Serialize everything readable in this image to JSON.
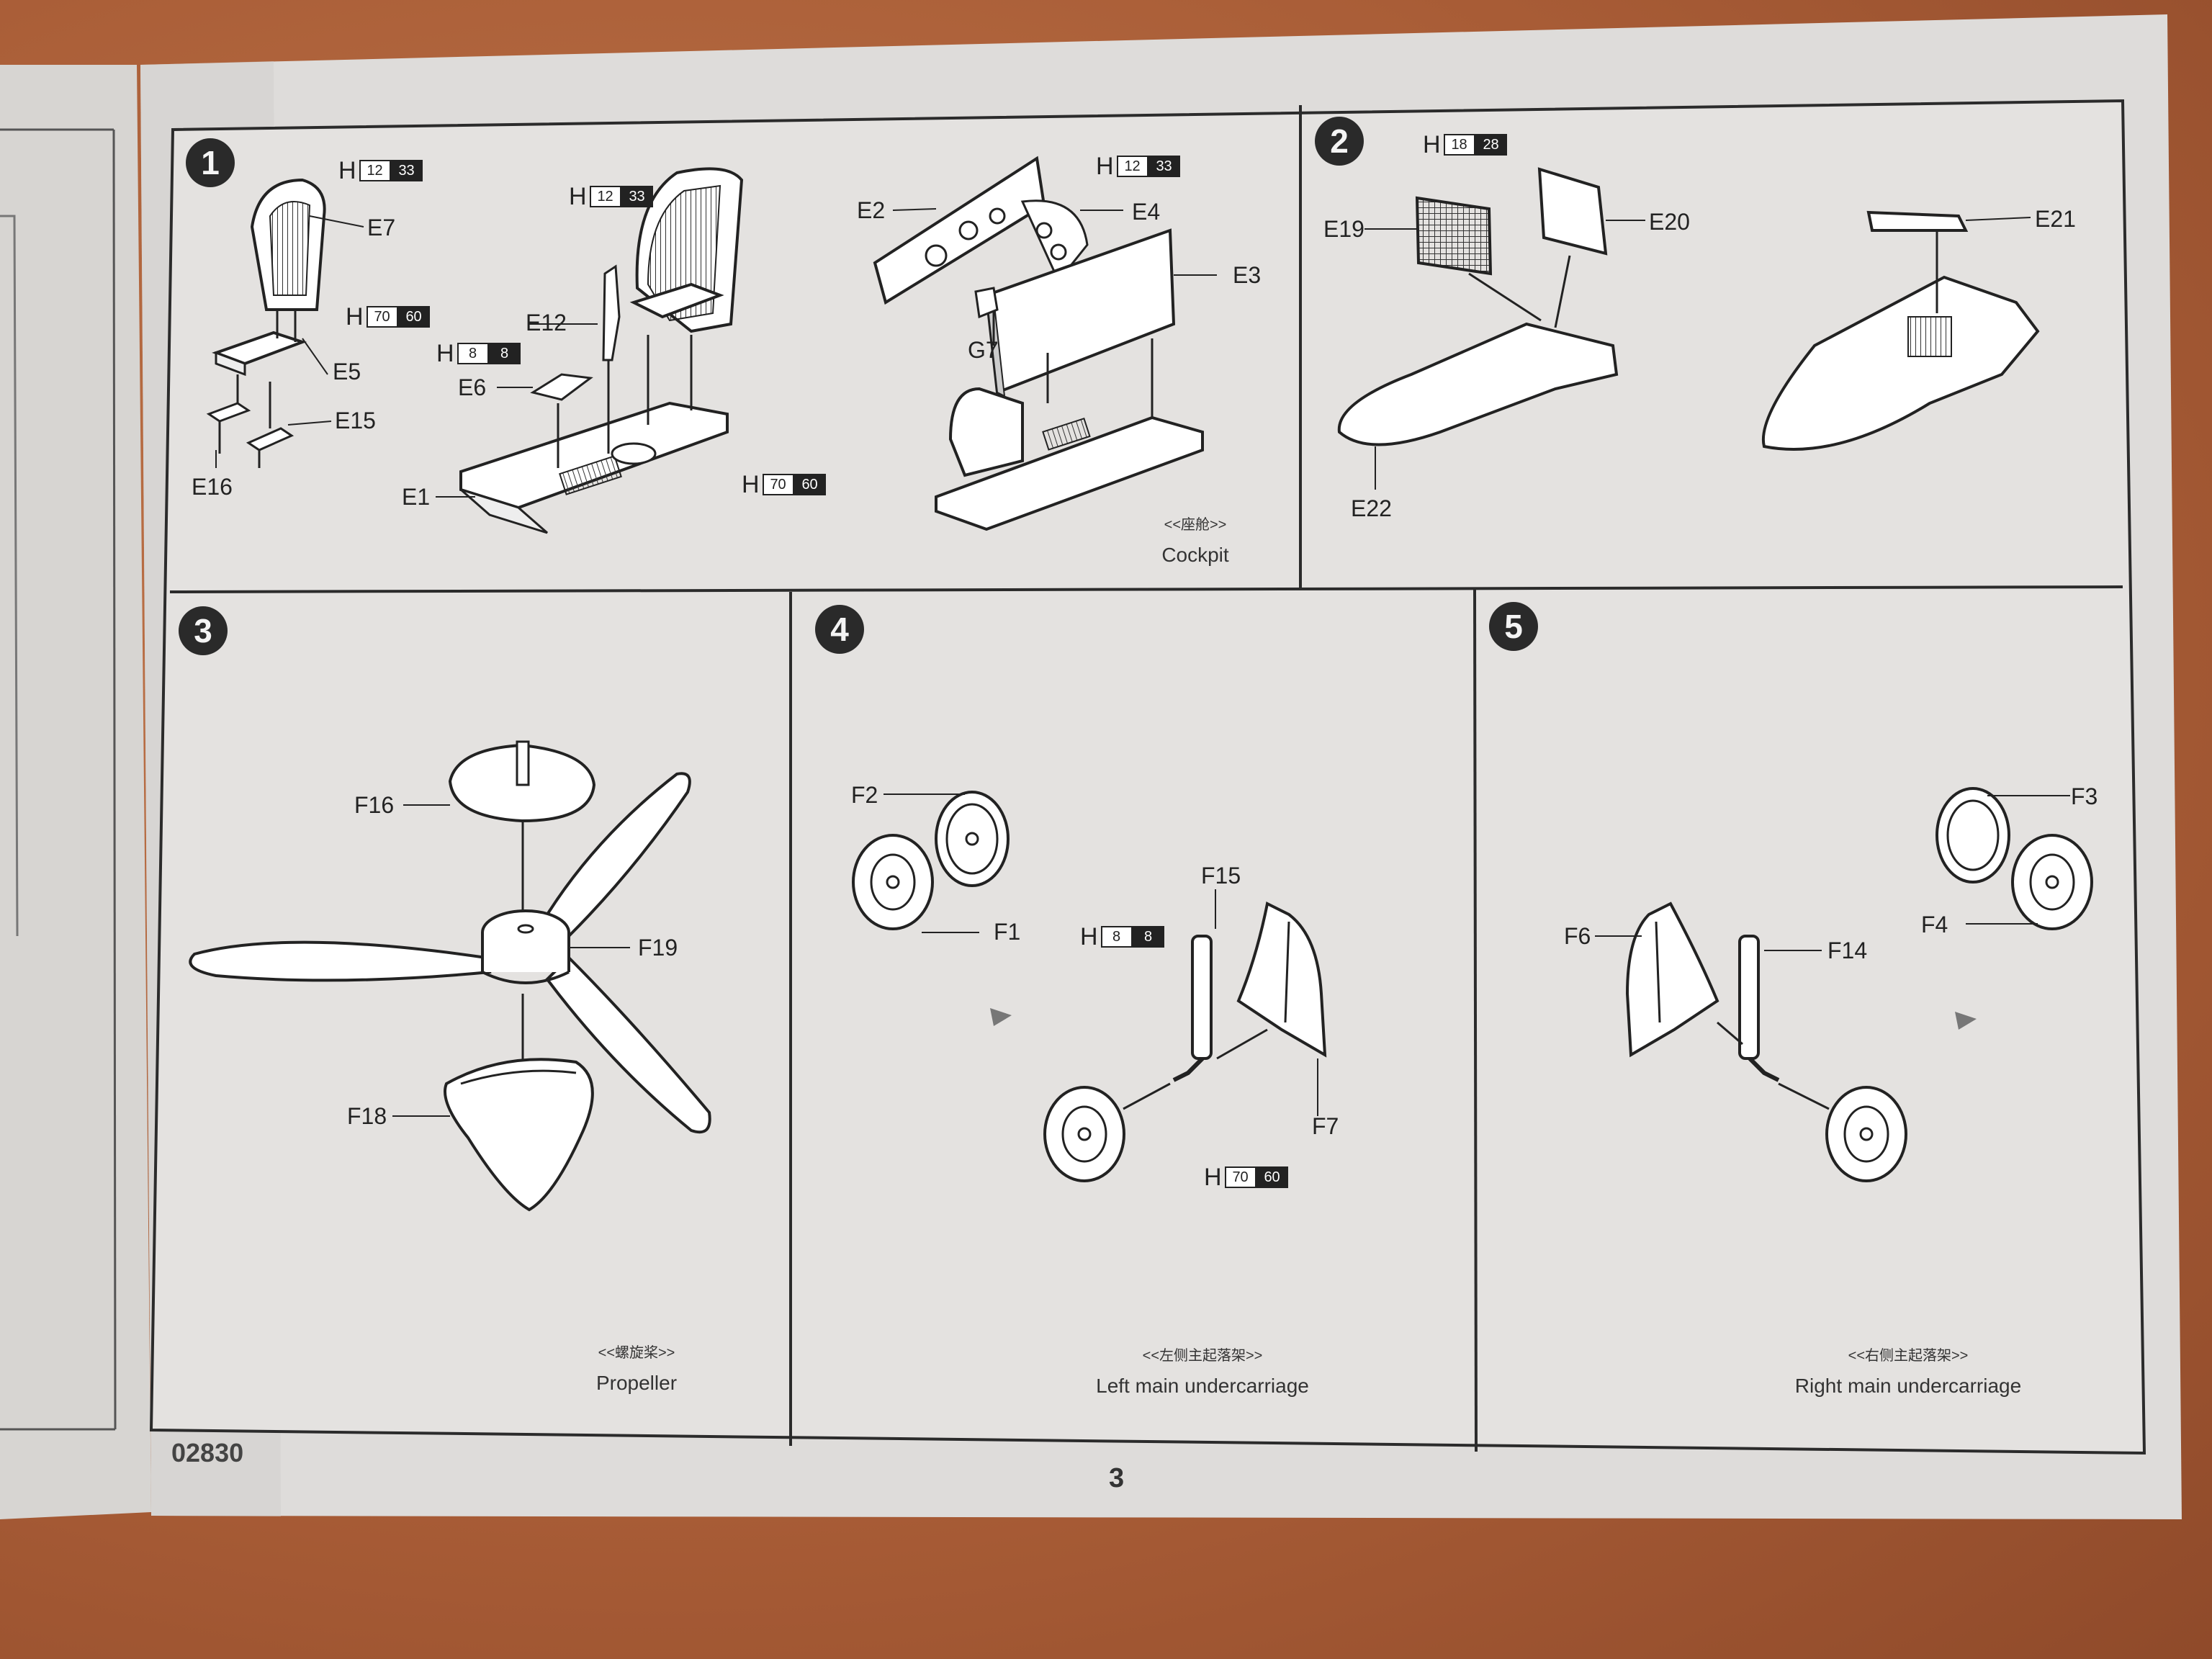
{
  "code": "02830",
  "page_number": "3",
  "steps": [
    {
      "number": "1",
      "callouts": [
        "E7",
        "E5",
        "E15",
        "E16",
        "E12",
        "E6",
        "E1",
        "E2",
        "E4",
        "E3",
        "G7"
      ],
      "paint_tags": [
        {
          "letter": "H",
          "a": "12",
          "b": "33"
        },
        {
          "letter": "H",
          "a": "70",
          "b": "60"
        },
        {
          "letter": "H",
          "a": "12",
          "b": "33"
        },
        {
          "letter": "H",
          "a": "8",
          "b": "8"
        },
        {
          "letter": "H",
          "a": "70",
          "b": "60"
        },
        {
          "letter": "H",
          "a": "12",
          "b": "33"
        }
      ],
      "caption_zh": "<<座舱>>",
      "caption_en": "Cockpit"
    },
    {
      "number": "2",
      "callouts": [
        "E19",
        "E20",
        "E21",
        "E22"
      ],
      "paint_tags": [
        {
          "letter": "H",
          "a": "18",
          "b": "28"
        }
      ]
    },
    {
      "number": "3",
      "callouts": [
        "F16",
        "F19",
        "F18"
      ],
      "caption_zh": "<<螺旋桨>>",
      "caption_en": "Propeller"
    },
    {
      "number": "4",
      "callouts": [
        "F2",
        "F1",
        "F15",
        "F7"
      ],
      "paint_tags": [
        {
          "letter": "H",
          "a": "8",
          "b": "8"
        },
        {
          "letter": "H",
          "a": "70",
          "b": "60"
        }
      ],
      "caption_zh": "<<左侧主起落架>>",
      "caption_en": "Left main undercarriage"
    },
    {
      "number": "5",
      "callouts": [
        "F3",
        "F4",
        "F6",
        "F14"
      ],
      "caption_zh": "<<右侧主起落架>>",
      "caption_en": "Right main undercarriage"
    }
  ]
}
